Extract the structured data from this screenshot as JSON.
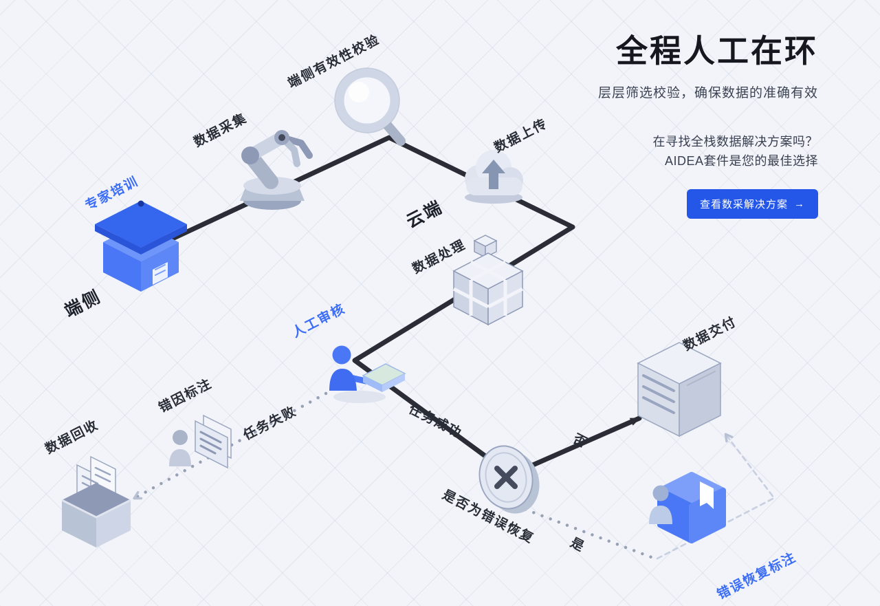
{
  "hero": {
    "title": "全程人工在环",
    "subtitle": "层层筛选校验，确保数据的准确有效",
    "pitch_line1": "在寻找全栈数据解决方案吗？",
    "pitch_line2": "AIDEA套件是您的最佳选择",
    "cta_label": "查看数采解决方案",
    "cta_arrow": "→",
    "accent_color": "#2457e8"
  },
  "diagram": {
    "labels": {
      "expert_training": "专家培训",
      "edge_side": "端侧",
      "data_collection": "数据采集",
      "edge_validation": "端侧有效性校验",
      "data_upload": "数据上传",
      "cloud_side": "云端",
      "data_processing": "数据处理",
      "manual_review": "人工审核",
      "task_failed": "任务失败",
      "task_succeeded": "任务成功",
      "error_cause_annotation": "错因标注",
      "data_recycle": "数据回收",
      "is_error_recovery": "是否为错误恢复",
      "no": "否",
      "yes": "是",
      "data_delivery": "数据交付",
      "error_recovery_annotation": "错误恢复标注"
    },
    "icons": {
      "expert_training": "podium-icon",
      "data_collection": "robot-arm-icon",
      "edge_validation": "magnifier-icon",
      "data_upload": "cloud-upload-icon",
      "data_processing": "cube-stack-icon",
      "manual_review": "person-laptop-icon",
      "error_cause_annotation": "person-document-icon",
      "data_recycle": "inbox-files-icon",
      "decision": "x-disc-icon",
      "data_delivery": "server-icon",
      "error_recovery_annotation": "person-book-icon",
      "cta_arrow": "arrow-right"
    },
    "colors": {
      "flow_line": "#2b2d36",
      "dotted_line": "#98a1b4",
      "dashed_line": "#c7cfe0",
      "blue_accent": "#3b6df6"
    }
  }
}
